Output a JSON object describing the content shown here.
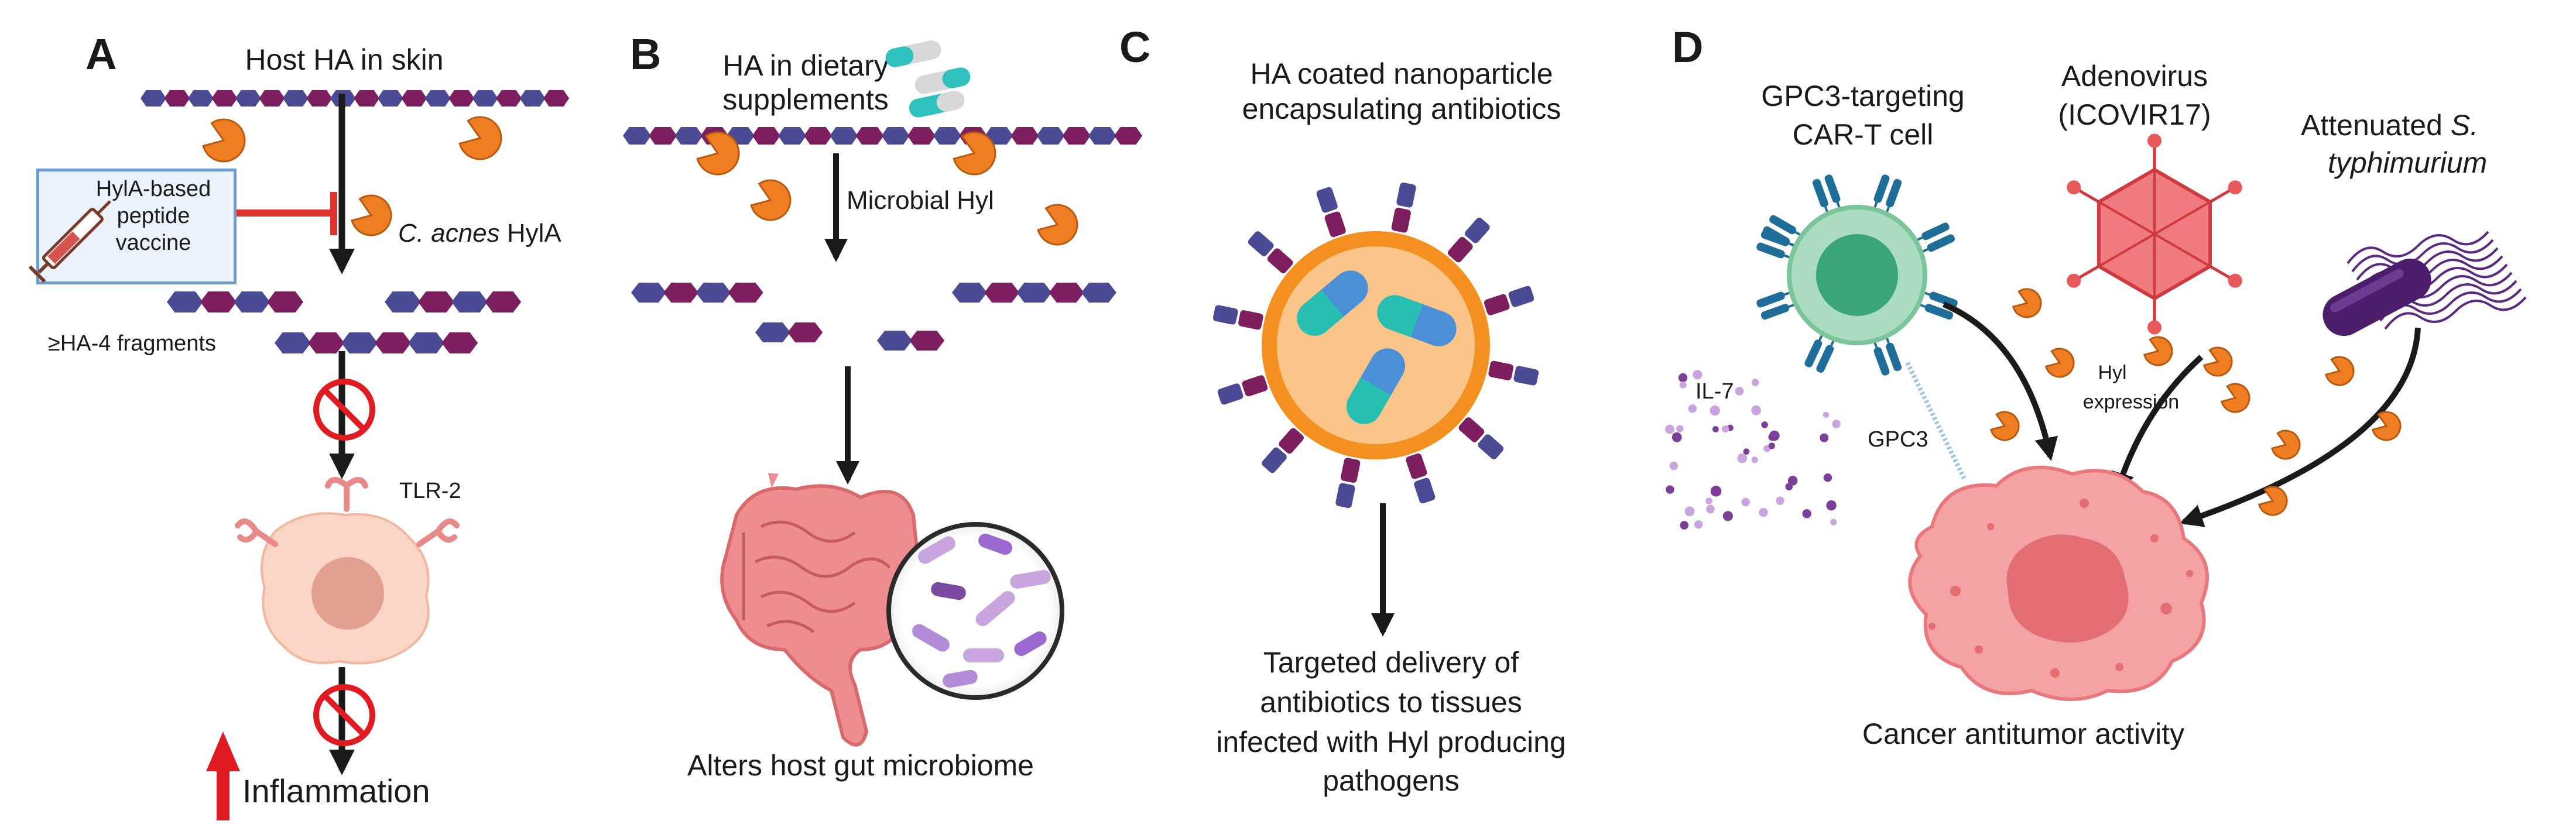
{
  "panels": {
    "A": {
      "letter": "A",
      "title": "Host HA in skin",
      "vaccine_label": "HylA-based peptide vaccine",
      "vaccine_lines": [
        "HylA-based",
        "peptide",
        "vaccine"
      ],
      "enzyme_prefix": "C. acnes",
      "enzyme_suffix": "HylA",
      "fragments_label": "≥HA-4 fragments",
      "receptor_label": "TLR-2",
      "outcome_label": "Inflammation"
    },
    "B": {
      "letter": "B",
      "title_lines": [
        "HA in dietary",
        "supplements"
      ],
      "enzyme_label": "Microbial Hyl",
      "outcome_label": "Alters host gut microbiome"
    },
    "C": {
      "letter": "C",
      "title_lines": [
        "HA coated nanoparticle",
        "encapsulating antibiotics"
      ],
      "outcome_lines": [
        "Targeted delivery of",
        "antibiotics to tissues",
        "infected with Hyl producing",
        "pathogens"
      ]
    },
    "D": {
      "letter": "D",
      "cart_lines": [
        "GPC3-targeting",
        "CAR-T cell"
      ],
      "adeno_lines": [
        "Adenovirus",
        "(ICOVIR17)"
      ],
      "salmonella_prefix": "Attenuated",
      "salmonella_italic_1": "S.",
      "salmonella_italic_2": "typhimurium",
      "cytokine_label": "IL-7",
      "antigen_label": "GPC3",
      "hyl_lines": [
        "Hyl",
        "expression"
      ],
      "outcome_label": "Cancer antitumor activity"
    }
  },
  "colors": {
    "ha_blue": "#4a4b94",
    "ha_purple": "#7d1f5e",
    "enzyme_orange": "#ef7d22",
    "arrow": "#1a1a1a",
    "inhibit_red": "#e0342f",
    "no_sign_red": "#e01c22",
    "nanoparticle_ring": "#f3901f",
    "nanoparticle_fill": "#fbc58a",
    "car_t_green": "#7cc49a",
    "adenovirus_red": "#e8595c",
    "tumor_pink": "#f08a8e",
    "bacterium_purple": "#4b1d6b"
  },
  "icons": [
    "pill-icon",
    "syringe-icon",
    "no-sign-icon",
    "pacman-enzyme-icon",
    "ha-chain-icon",
    "intestine-icon",
    "microbiome-magnifier-icon",
    "nanoparticle-icon",
    "car-t-cell-icon",
    "adenovirus-icon",
    "bacterium-icon",
    "tumor-cell-icon",
    "up-arrow-icon"
  ]
}
